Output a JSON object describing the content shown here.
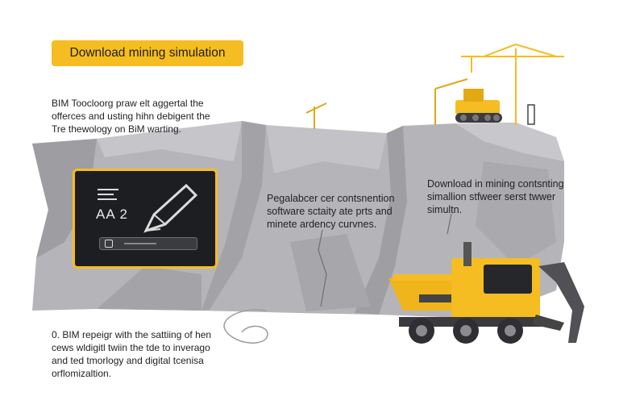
{
  "header": {
    "download_label": "Download mining simulation"
  },
  "intro_text": [
    "BIM Toocloorg praw elt aggertal the",
    "offerces and usting hihn debigent the",
    "Tre thewology on BiM warting."
  ],
  "callout_center": [
    "Pegalabcer cer contsnention",
    "software sctaity ate prts and",
    "minete ardency curvnes."
  ],
  "callout_right": [
    "Download in mining contsnting",
    "simallion stfweer serst twwer",
    "simultn."
  ],
  "bottom_text": [
    "0. BIM repeigr with the sattiing of hen",
    "cews wldigitl twiin the tde to inverago",
    "and ted tmorlogy and digital tcenisa",
    "orflomizaltion."
  ],
  "panel": {
    "label": "AA 2"
  },
  "colors": {
    "accent": "#f5bd21",
    "rock": "#b4b4b8",
    "panel_bg": "#1d1e21"
  },
  "icons": [
    "pencil-icon",
    "lock-icon",
    "crane-icon",
    "bulldozer-icon",
    "mining-truck-icon",
    "excavator-icon"
  ]
}
